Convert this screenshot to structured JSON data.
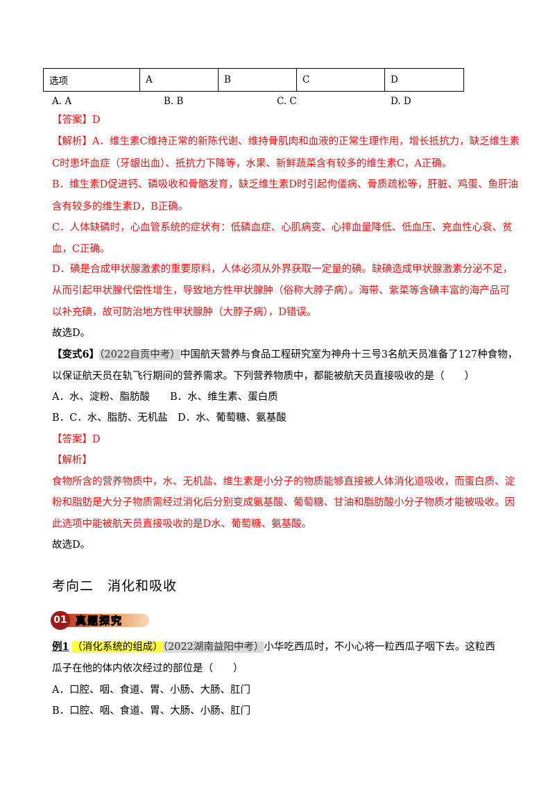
{
  "table": {
    "cells": [
      "选项",
      "A",
      "B",
      "C",
      "D"
    ]
  },
  "prev_options": [
    "A. A",
    "B. B",
    "C. C",
    "D. D"
  ],
  "q5": {
    "answer": "【答案】D",
    "analysis_label": "【解析】",
    "lines": [
      "A．维生素C维持正常的新陈代谢、维持骨肌肉和血液的正常生理作用，增长抵抗力，缺乏维生素",
      "C时患坏血症（牙龈出血）、抵抗力下降等，水果、新鲜蔬菜含有较多的维生素C，A正确。",
      "B．维生素D促进钙、磷吸收和骨骼发育，缺乏维生素D时引起佝偻病、骨质疏松等，肝脏、鸡蛋、鱼肝油",
      "含有较多的维生素D，B正确。",
      "C．人体缺磷时，心血管系统的症状有：低磷血症、心肌病变、心排血量降低、低血压、充血性心衰、贫",
      "血，C正确。",
      "D．碘是合成甲状腺激素的重要原料，人体必须从外界获取一定量的碘。缺碘造成甲状腺激素分泌不足，",
      "从而引起甲状腺代偿性增生，导致地方性甲状腺肿（俗称大脖子病）。海带、紫菜等含碘丰富的海产品可",
      "以补充碘，故可防治地方性甲状腺肿（大脖子病），D错误。"
    ],
    "conclusion": "故选D。"
  },
  "q6": {
    "label": "【变式6】",
    "source": "（2022自贡中考）",
    "stem_1": "中国航天营养与食品工程研究室为神舟十三号3名航天员准备了127种食物，",
    "stem_2": "以保证航天员在轨飞行期间的营养需求。下列营养物质中，都能被航天员直接吸收的是（　　）",
    "options_row1": [
      "A．水、淀粉、脂肪酸",
      "B．水、维生素、蛋白质"
    ],
    "options_row2": [
      "B．C．水、脂肪、无机盐",
      "D．水、葡萄糖、氨基酸"
    ],
    "answer": "【答案】D",
    "analysis_label": "【解析】",
    "lines": [
      "食物所含的营养物质中，水、无机盐、维生素是小分子的物质能够直接被人体消化道吸收，而蛋白质、淀",
      "粉和脂肪是大分子物质需经过消化后分别变成氨基酸、葡萄糖、甘油和脂肪酸小分子物质才能被吸收。因",
      "此选项中能被航天员直接吸收的是D水、葡萄糖、氨基酸。"
    ],
    "conclusion": "故选D。"
  },
  "section": {
    "heading": "考向二　消化和吸收",
    "banner_num": "01",
    "banner_text": "真题探究"
  },
  "example1": {
    "label": "例1",
    "tag": "（消化系统的组成）",
    "source": "（2022湖南益阳中考）",
    "stem_1": "小华吃西瓜时，不小心将一粒西瓜子咽下去。这粒西",
    "stem_2": "瓜子在他的体内依次经过的部位是（　　）",
    "option_a": "A．口腔、咽、食道、胃、小肠、大肠、肛门",
    "option_b": "B．口腔、咽、食道、胃、大肠、小肠、肛门"
  },
  "colors": {
    "answer_red": "#ee1111",
    "highlight_yellow": "#ffff33",
    "source_gray": "#d9d9d9"
  }
}
